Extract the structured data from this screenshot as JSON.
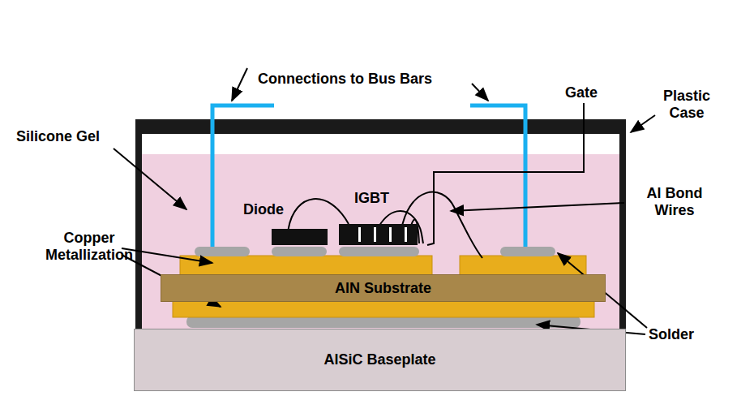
{
  "diagram": {
    "nodes": [
      {
        "text": [
          "AlN Substrate"
        ]
      },
      {
        "text": [
          "AlSiC Baseplate"
        ]
      },
      {
        "text": [
          "Diode"
        ]
      },
      {
        "text": [
          "IGBT"
        ]
      }
    ],
    "edges": [
      {
        "from": 2,
        "to": 3,
        "arrow": "none"
      }
    ],
    "labels": [
      "Connections to Bus Bars",
      "Gate",
      "Plastic Case",
      "Silicone Gel",
      "Al Bond Wires",
      "Copper Metallization",
      "Solder"
    ]
  }
}
